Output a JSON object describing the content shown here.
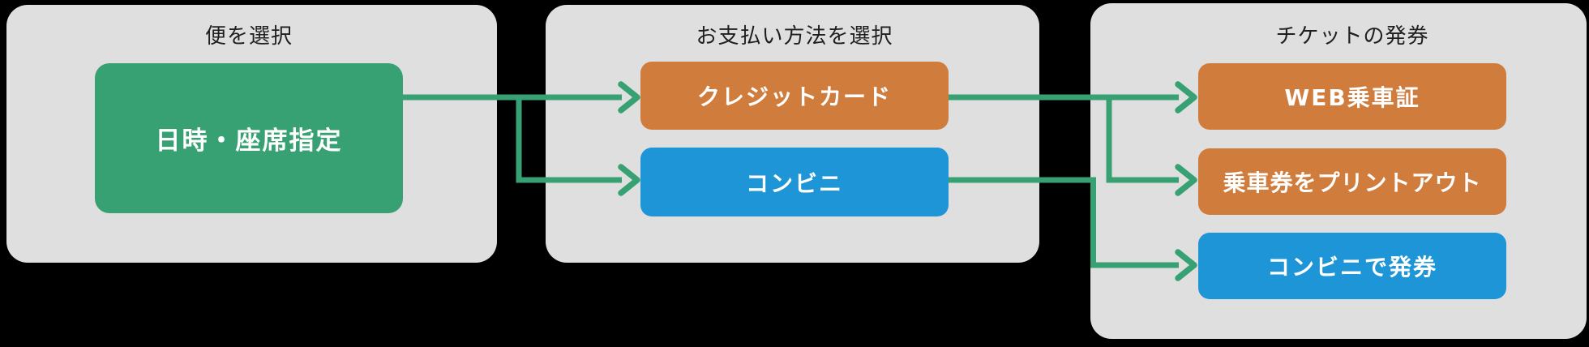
{
  "colors": {
    "background": "#000000",
    "panel": "#dfdfdf",
    "title_text": "#1f1f1f",
    "box_text": "#ffffff",
    "green": "#38a173",
    "orange": "#d07c3c",
    "blue": "#1e95d6",
    "arrow": "#38a173"
  },
  "flow": {
    "panels": [
      {
        "id": "select-service",
        "title": "便を選択",
        "boxes": [
          {
            "id": "datetime-seat",
            "label": "日時・座席指定",
            "color": "green"
          }
        ]
      },
      {
        "id": "select-payment",
        "title": "お支払い方法を選択",
        "boxes": [
          {
            "id": "credit-card",
            "label": "クレジットカード",
            "color": "orange"
          },
          {
            "id": "konbini",
            "label": "コンビニ",
            "color": "blue"
          }
        ]
      },
      {
        "id": "ticket-issue",
        "title": "チケットの発券",
        "boxes": [
          {
            "id": "web-pass",
            "label": "WEB乗車証",
            "color": "orange"
          },
          {
            "id": "print-ticket",
            "label": "乗車券をプリントアウト",
            "color": "orange"
          },
          {
            "id": "konbini-issue",
            "label": "コンビニで発券",
            "color": "blue"
          }
        ]
      }
    ],
    "edges": [
      {
        "from": "datetime-seat",
        "to": "credit-card"
      },
      {
        "from": "datetime-seat",
        "to": "konbini"
      },
      {
        "from": "credit-card",
        "to": "web-pass"
      },
      {
        "from": "credit-card",
        "to": "print-ticket"
      },
      {
        "from": "konbini",
        "to": "konbini-issue"
      }
    ]
  }
}
